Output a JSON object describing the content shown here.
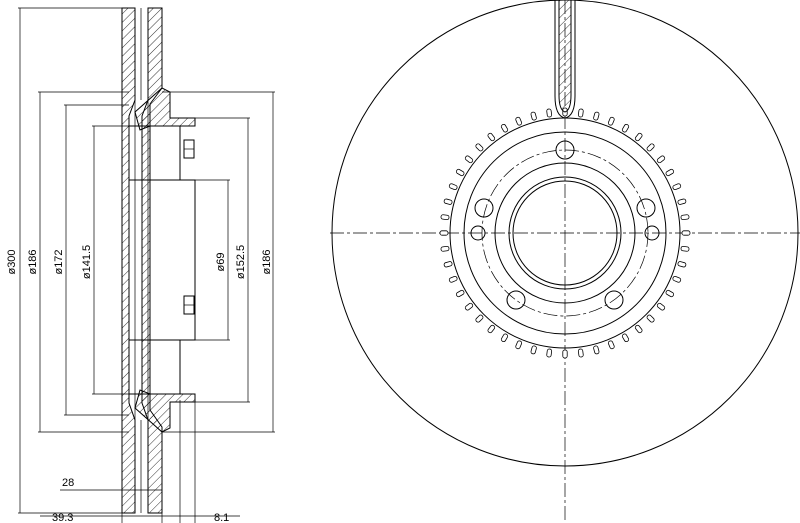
{
  "dimensions": {
    "outer_diameter": "ø300",
    "diameter_186_left": "ø186",
    "diameter_172": "ø172",
    "diameter_141_5": "ø141.5",
    "diameter_69": "ø69",
    "diameter_152_5": "ø152.5",
    "diameter_186_right": "ø186",
    "thickness_28": "28",
    "height_39_3": "39.3",
    "offset_8_1": "8.1"
  },
  "colors": {
    "ink": "#000000",
    "paper": "#ffffff"
  }
}
